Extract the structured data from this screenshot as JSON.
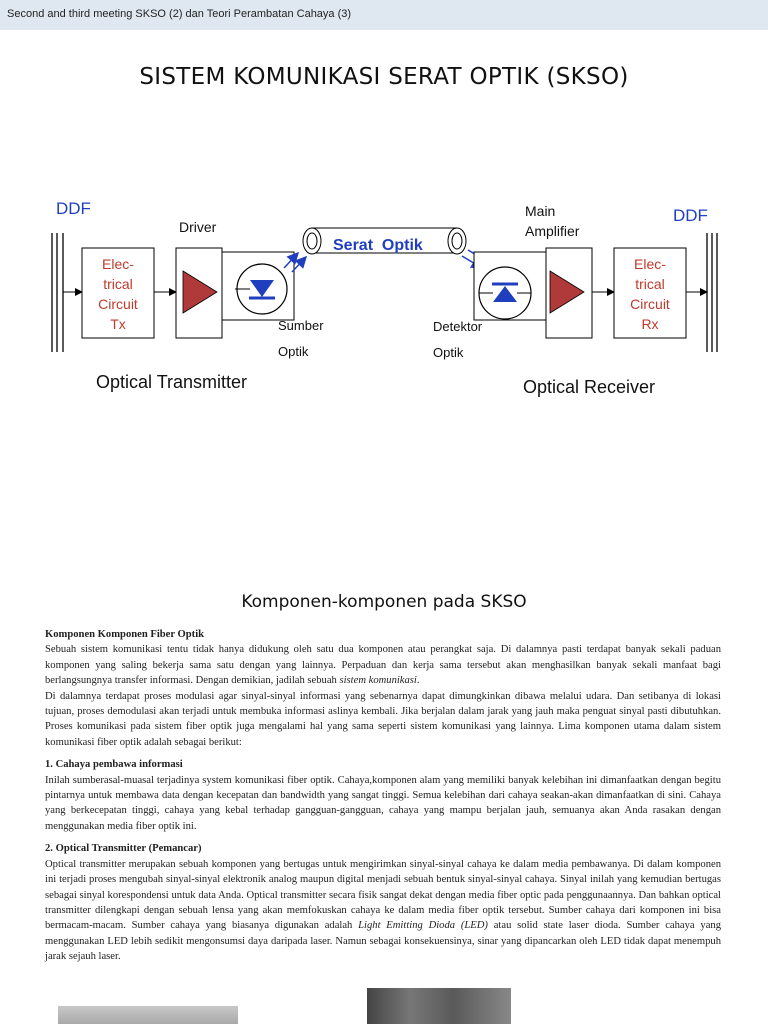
{
  "header": {
    "title": "Second and third meeting SKSO (2) dan Teori Perambatan Cahaya (3)"
  },
  "page_title": "SISTEM KOMUNIKASI SERAT OPTIK (SKSO)",
  "diagram": {
    "ddf_left": "DDF",
    "ddf_right": "DDF",
    "driver": "Driver",
    "main_amp_line1": "Main",
    "main_amp_line2": "Amplifier",
    "tx_circuit": [
      "Elec-",
      "trical",
      "Circuit",
      "Tx"
    ],
    "rx_circuit": [
      "Elec-",
      "trical",
      "Circuit",
      "Rx"
    ],
    "fiber_label": "Serat  Optik",
    "source_line1": "Sumber",
    "source_line2": "Optik",
    "detector_line1": "Detektor",
    "detector_line2": "Optik",
    "optical_transmitter": "Optical Transmitter",
    "optical_receiver": "Optical Receiver",
    "colors": {
      "ddf": "#1f3fbf",
      "circuit_text": "#c0392b",
      "fiber_text": "#1f3fbf",
      "triangle": "#b03a3a",
      "arrow_blue": "#1f3fbf"
    }
  },
  "section_title": "Komponen-komponen pada SKSO",
  "article": {
    "heading": "Komponen Komponen Fiber Optik",
    "intro": "Sebuah sistem komunikasi tentu tidak hanya didukung oleh satu dua komponen atau perangkat saja. Di dalamnya pasti terdapat banyak sekali paduan komponen yang saling bekerja sama satu dengan yang lainnya. Perpaduan dan kerja sama tersebut akan menghasilkan banyak sekali manfaat bagi berlangsungnya transfer informasi. Dengan demikian, jadilah sebuah",
    "intro_em": "sistem komunikasi",
    "intro2": "Di dalamnya terdapat proses modulasi agar sinyal-sinyal informasi yang sebenarnya dapat dimungkinkan dibawa melalui udara. Dan setibanya di lokasi tujuan, proses demodulasi akan terjadi untuk membuka informasi aslinya kembali. Jika berjalan dalam jarak yang jauh maka penguat sinyal pasti dibutuhkan. Proses komunikasi pada sistem fiber optik juga mengalami hal yang sama seperti sistem komunikasi yang lainnya. Lima komponen utama dalam sistem komunikasi fiber optik adalah sebagai berikut:",
    "s1_title": "1. Cahaya pembawa informasi",
    "s1_text": "Inilah sumberasal-muasal terjadinya system komunikasi fiber optik. Cahaya,komponen alam yang memiliki banyak kelebihan ini dimanfaatkan dengan begitu pintarnya untuk membawa data dengan kecepatan dan bandwidth yang sangat tinggi. Semua kelebihan dari cahaya seakan-akan dimanfaatkan di sini. Cahaya yang berkecepatan tinggi, cahaya yang kebal terhadap gangguan-gangguan, cahaya yang mampu berjalan jauh, semuanya akan Anda rasakan dengan menggunakan media fiber optik ini.",
    "s2_title": "2. Optical Transmitter (Pemancar)",
    "s2_text": "Optical transmitter merupakan sebuah komponen yang bertugas untuk mengirimkan sinyal-sinyal cahaya ke dalam media pembawanya. Di dalam komponen ini terjadi proses mengubah sinyal-sinyal elektronik analog maupun digital menjadi sebuah bentuk sinyal-sinyal cahaya. Sinyal inilah yang kemudian bertugas sebagai sinyal korespondensi untuk data Anda. Optical transmitter secara fisik sangat dekat dengan media fiber optic pada penggunaannya. Dan bahkan optical transmitter dilengkapi dengan sebuah lensa yang akan memfokuskan cahaya ke dalam media fiber optik tersebut. Sumber cahaya dari komponen ini bisa bermacam-macam. Sumber cahaya yang biasanya digunakan adalah",
    "s2_em": "Light Emitting Dioda (LED)",
    "s2_text2": "atau solid state laser dioda. Sumber cahaya yang menggunakan LED lebih sedikit mengonsumsi daya daripada laser. Namun sebagai konsekuensinya, sinar yang dipancarkan oleh LED tidak dapat menempuh jarak sejauh laser."
  }
}
